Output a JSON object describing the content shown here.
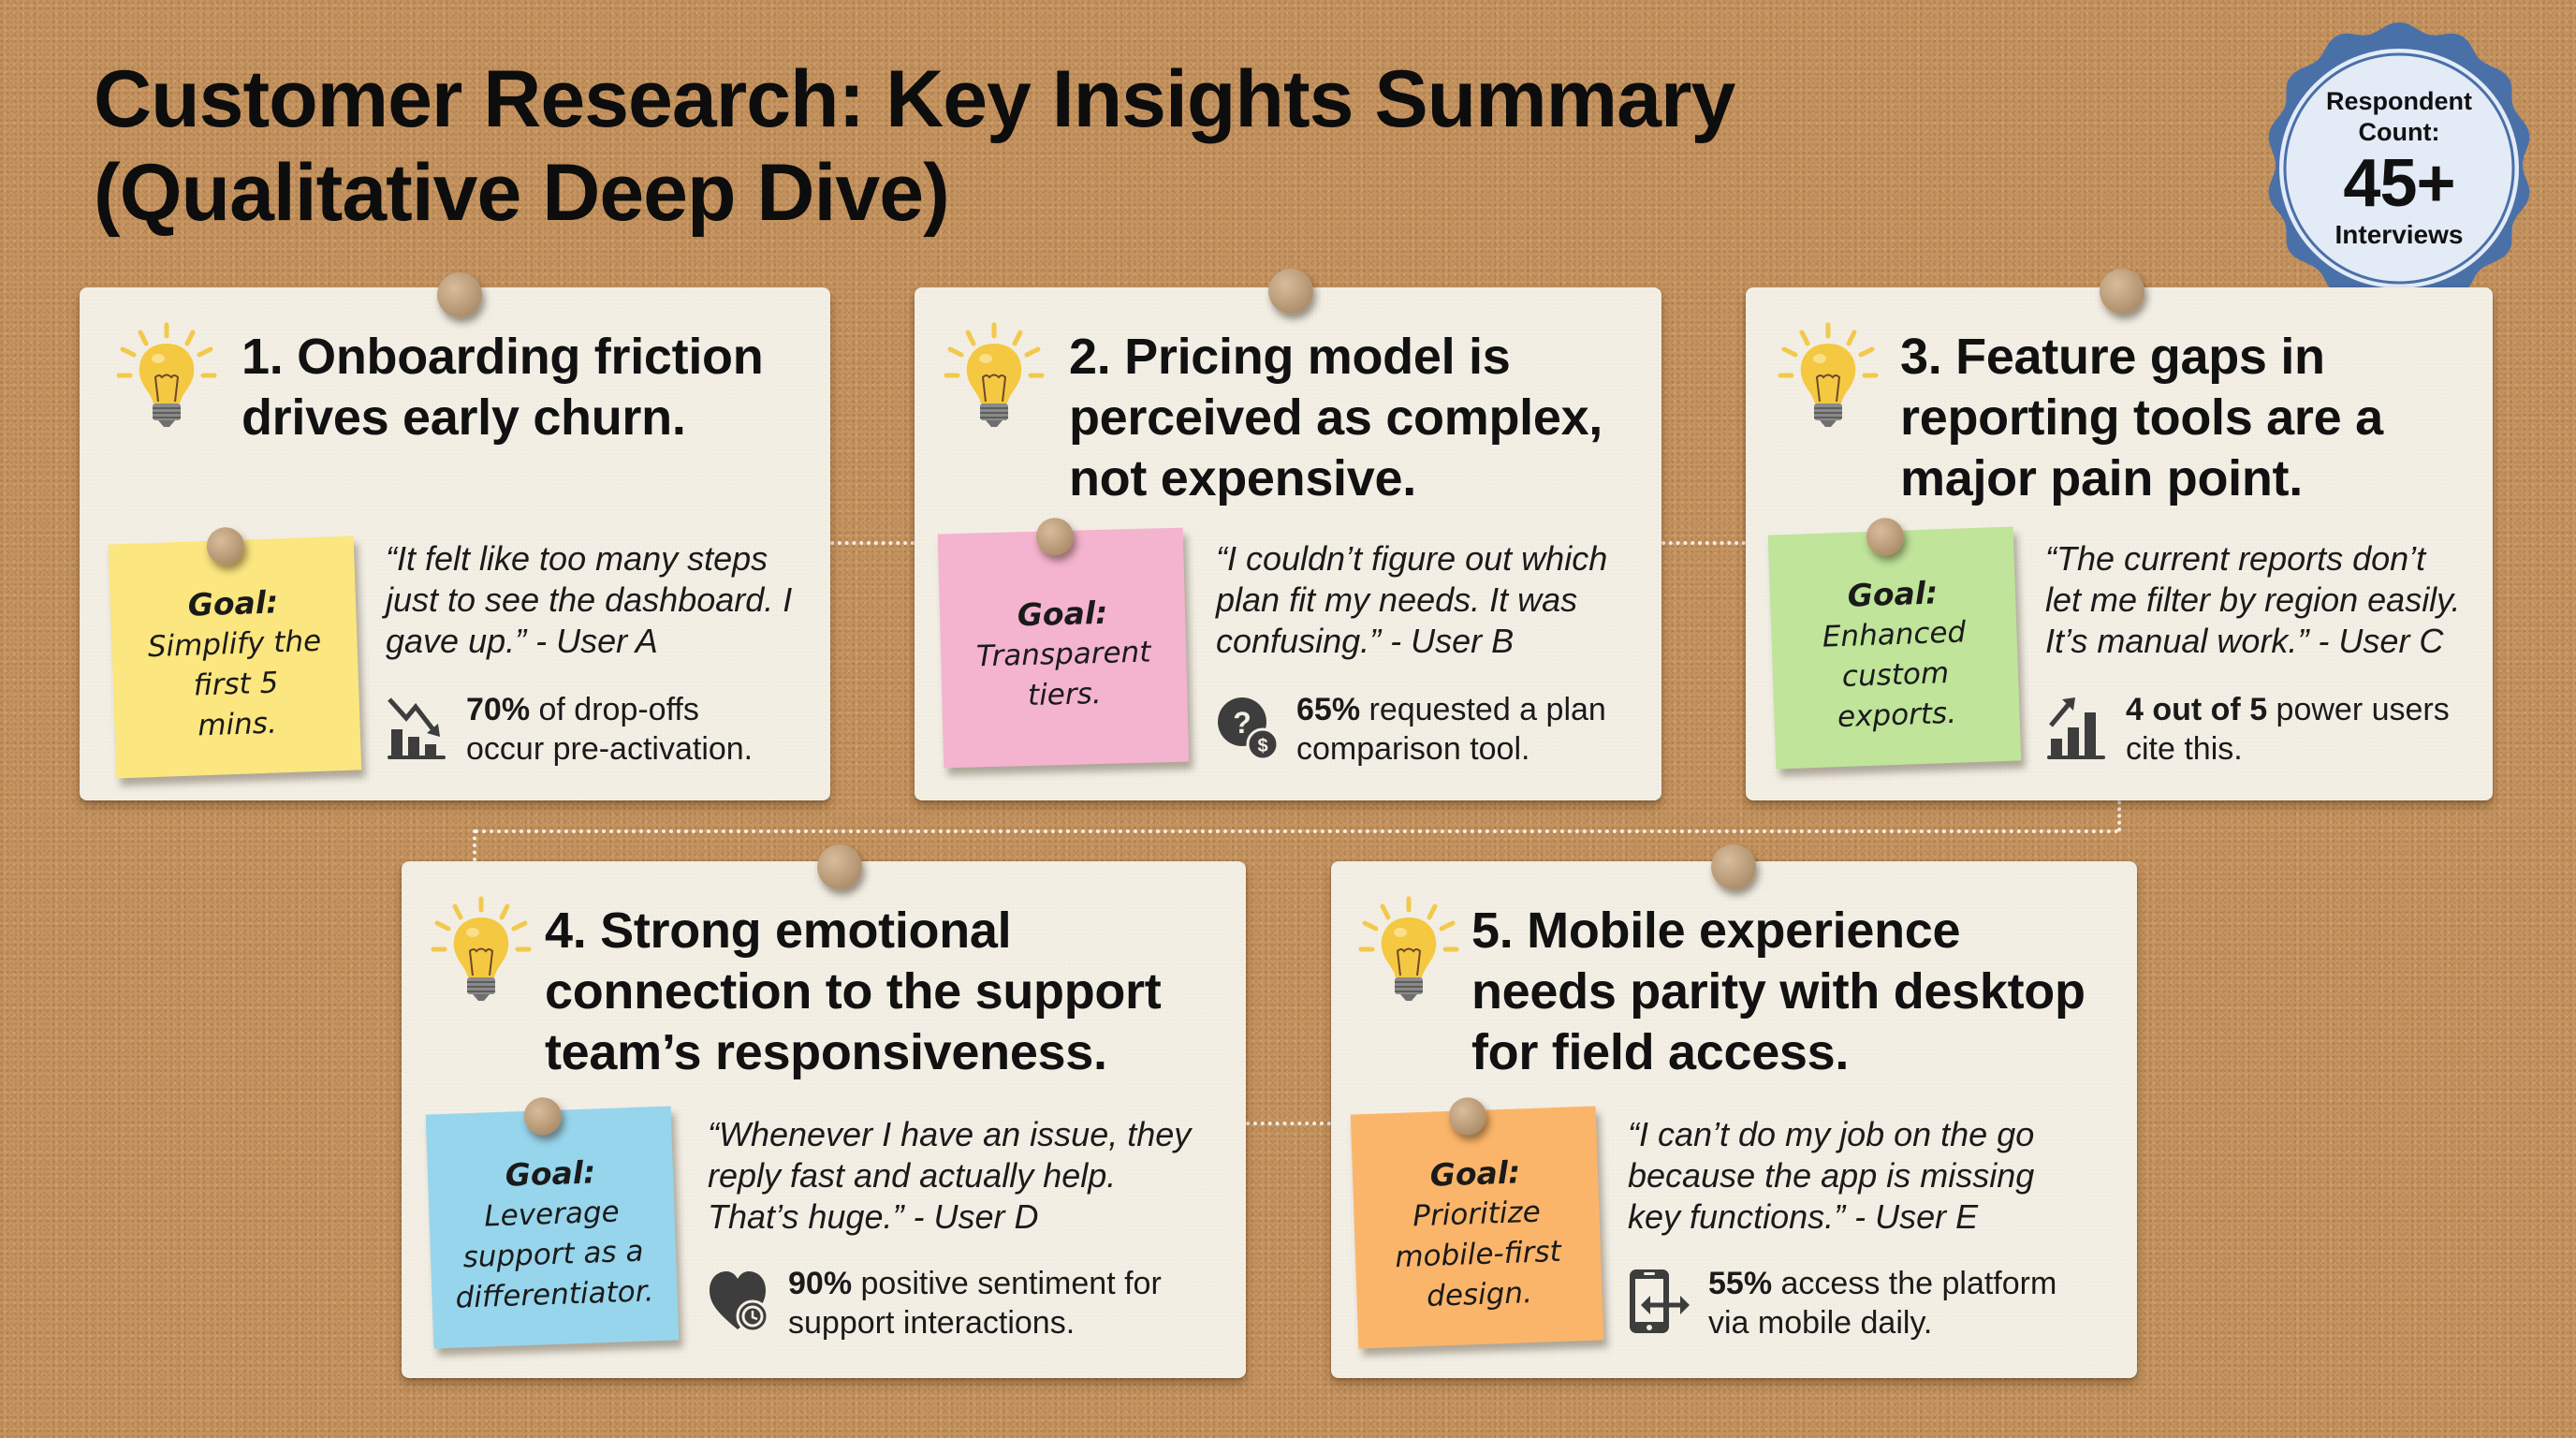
{
  "header": {
    "title_line1": "Customer Research: Key Insights Summary",
    "title_line2": "(Qualitative Deep Dive)"
  },
  "badge": {
    "label_line1": "Respondent",
    "label_line2": "Count:",
    "count": "45+",
    "sub": "Interviews",
    "colors": {
      "ring": "#4a70a8",
      "fill": "#e3ebf7"
    }
  },
  "colors": {
    "board": "#c4935f",
    "card": "#f3efe5",
    "pin": "#b99a77",
    "bulb": "#f5c842",
    "icon": "#3d3d3d"
  },
  "insights": [
    {
      "title_lines": [
        "1. Onboarding friction",
        "drives early churn."
      ],
      "goal_label": "Goal:",
      "goal_lines": [
        "Simplify the",
        "first 5",
        "mins."
      ],
      "sticky_color": "#fbe67f",
      "quote_lines": [
        "“It felt like too many steps",
        "just to see the dashboard. I",
        "gave up.” - User A"
      ],
      "stat_strong": "70%",
      "stat_rest_line1": " of drop-offs",
      "stat_line2": "occur pre-activation.",
      "stat_icon": "chart-decline-icon"
    },
    {
      "title_lines": [
        "2. Pricing model is",
        "perceived as complex,",
        "not expensive."
      ],
      "goal_label": "Goal:",
      "goal_lines": [
        "Transparent",
        "tiers."
      ],
      "sticky_color": "#f4b3cf",
      "quote_lines": [
        "“I couldn’t figure out which",
        "plan fit my needs. It was",
        "confusing.” - User B"
      ],
      "stat_strong": "65%",
      "stat_rest_line1": " requested a plan",
      "stat_line2": "comparison tool.",
      "stat_icon": "question-dollar-icon"
    },
    {
      "title_lines": [
        "3. Feature gaps in",
        "reporting tools are a",
        "major pain point."
      ],
      "goal_label": "Goal:",
      "goal_lines": [
        "Enhanced",
        "custom",
        "exports."
      ],
      "sticky_color": "#bfe49a",
      "quote_lines": [
        "“The current reports don’t",
        "let me filter by region easily.",
        "It’s manual work.” - User C"
      ],
      "stat_strong": "4 out of 5",
      "stat_rest_line1": " power users",
      "stat_line2": "cite this.",
      "stat_icon": "chart-growth-icon"
    },
    {
      "title_lines": [
        "4. Strong emotional",
        "connection to the support",
        "team’s responsiveness."
      ],
      "goal_label": "Goal:",
      "goal_lines": [
        "Leverage",
        "support as a",
        "differentiator."
      ],
      "sticky_color": "#97d5ec",
      "quote_lines": [
        "“Whenever I have an issue, they",
        "reply fast and actually help.",
        "That’s huge.” - User D"
      ],
      "stat_strong": "90%",
      "stat_rest_line1": " positive sentiment for",
      "stat_line2": "support interactions.",
      "stat_icon": "heart-clock-icon"
    },
    {
      "title_lines": [
        "5. Mobile experience",
        "needs parity with desktop",
        "for field access."
      ],
      "goal_label": "Goal:",
      "goal_lines": [
        "Prioritize",
        "mobile-first",
        "design."
      ],
      "sticky_color": "#fbb56a",
      "quote_lines": [
        "“I can’t do my job on the go",
        "because the app is missing",
        "key functions.” - User E"
      ],
      "stat_strong": "55%",
      "stat_rest_line1": " access the platform",
      "stat_line2": "via mobile daily.",
      "stat_icon": "mobile-sync-icon"
    }
  ]
}
